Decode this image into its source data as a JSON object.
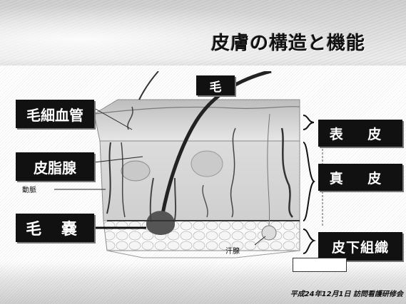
{
  "slide": {
    "title": "皮膚の構造と機能",
    "labels": {
      "hair": "毛",
      "capillary": "毛細血管",
      "sebaceous_gland": "皮脂腺",
      "follicle": "毛 嚢",
      "epidermis": "表 皮",
      "dermis": "真 皮",
      "subcutaneous": "皮下組織",
      "artery": "動脈",
      "sweat_gland": "汗腺"
    },
    "footer": "平成24年12月1日  訪問看護研修会"
  }
}
